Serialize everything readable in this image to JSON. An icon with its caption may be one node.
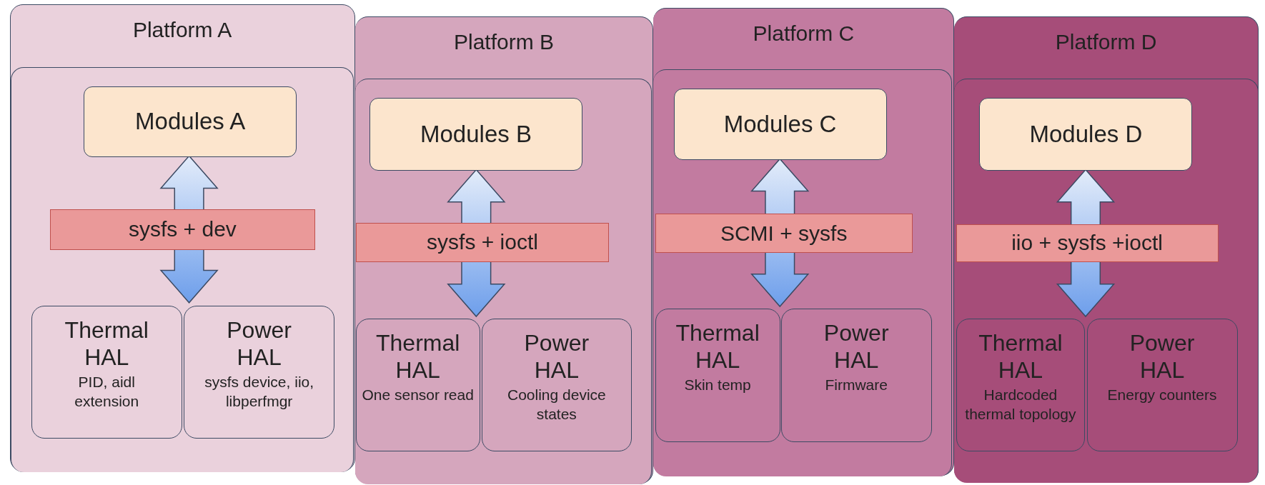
{
  "diagram": {
    "nodes": [
      {
        "text": [
          "Platform A"
        ]
      },
      {
        "text": [],
        "shape": "box",
        "in": 0
      },
      {
        "text": [
          "Modules A"
        ],
        "in": 1
      },
      {
        "text": [
          "sysfs + dev"
        ],
        "in": 1
      },
      {
        "text": [
          "Thermal HAL",
          "PID, aidl extension"
        ],
        "in": 1
      },
      {
        "text": [
          "Power HAL",
          "sysfs device, iio, libperfmgr"
        ],
        "in": 1
      },
      {
        "text": [
          "Platform B"
        ]
      },
      {
        "text": [],
        "shape": "box",
        "in": 6
      },
      {
        "text": [
          "Modules B"
        ],
        "in": 7
      },
      {
        "text": [
          "sysfs + ioctl"
        ],
        "in": 7
      },
      {
        "text": [
          "Thermal HAL",
          "One sensor read"
        ],
        "in": 7
      },
      {
        "text": [
          "Power HAL",
          "Cooling device states"
        ],
        "in": 7
      },
      {
        "text": [
          "Platform C"
        ]
      },
      {
        "text": [],
        "shape": "box",
        "in": 12
      },
      {
        "text": [
          "Modules C"
        ],
        "in": 13
      },
      {
        "text": [
          "SCMI + sysfs"
        ],
        "in": 13
      },
      {
        "text": [
          "Thermal HAL",
          "Skin temp"
        ],
        "in": 13
      },
      {
        "text": [
          "Power HAL",
          "Firmware"
        ],
        "in": 13
      },
      {
        "text": [
          "Platform D"
        ]
      },
      {
        "text": [],
        "shape": "box",
        "in": 18
      },
      {
        "text": [
          "Modules D"
        ],
        "in": 19
      },
      {
        "text": [
          "iio + sysfs +ioctl"
        ],
        "in": 19
      },
      {
        "text": [
          "Thermal HAL",
          "Hardcoded thermal topology"
        ],
        "in": 19
      },
      {
        "text": [
          "Power HAL",
          "Energy counters"
        ],
        "in": 19
      }
    ],
    "edges": [
      {
        "from": 2,
        "to": null,
        "arrow": "both"
      },
      {
        "from": 8,
        "to": null,
        "arrow": "both"
      },
      {
        "from": 14,
        "to": null,
        "arrow": "both"
      },
      {
        "from": 20,
        "to": null,
        "arrow": "both"
      }
    ]
  }
}
